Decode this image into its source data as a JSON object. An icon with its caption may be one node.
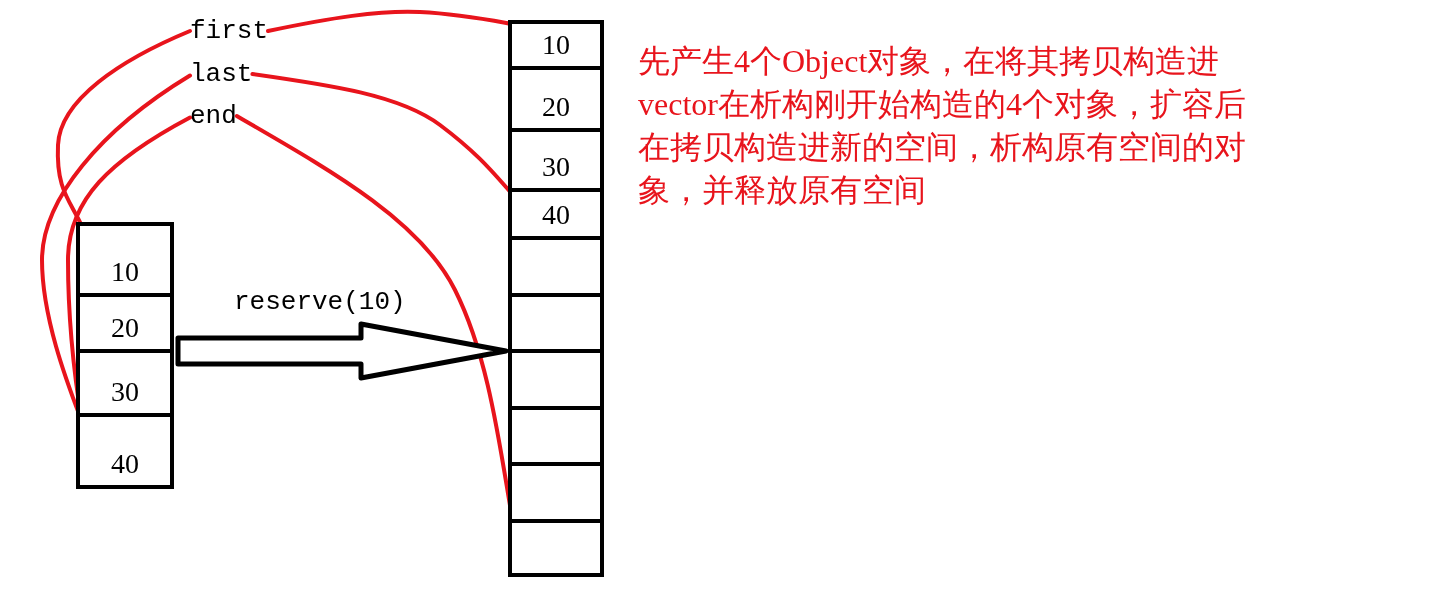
{
  "diagram": {
    "nodes": [
      {
        "text": [
          "first"
        ]
      },
      {
        "text": [
          "last"
        ]
      },
      {
        "text": [
          "end"
        ]
      },
      {
        "text": [],
        "shape": "box"
      },
      {
        "text": [
          "10"
        ],
        "in": 3
      },
      {
        "text": [
          "20"
        ],
        "in": 3
      },
      {
        "text": [
          "30"
        ],
        "in": 3
      },
      {
        "text": [
          "40"
        ],
        "in": 3
      },
      {
        "text": [],
        "shape": "box"
      },
      {
        "text": [
          "10"
        ],
        "in": 8
      },
      {
        "text": [
          "20"
        ],
        "in": 8
      },
      {
        "text": [
          "30"
        ],
        "in": 8
      },
      {
        "text": [
          "40"
        ],
        "in": 8
      },
      {
        "text": [],
        "shape": "box",
        "in": 8
      },
      {
        "text": [],
        "shape": "box",
        "in": 8
      },
      {
        "text": [],
        "shape": "box",
        "in": 8
      },
      {
        "text": [],
        "shape": "box",
        "in": 8
      },
      {
        "text": [],
        "shape": "box",
        "in": 8
      },
      {
        "text": [],
        "shape": "box",
        "in": 8
      }
    ],
    "edges": [
      {
        "from": 0,
        "to": 4,
        "arrow": "none"
      },
      {
        "from": 1,
        "to": 7,
        "arrow": "none"
      },
      {
        "from": 2,
        "to": 7,
        "arrow": "none"
      },
      {
        "from": 0,
        "to": 9,
        "arrow": "none"
      },
      {
        "from": 1,
        "to": 12,
        "arrow": "none"
      },
      {
        "from": 2,
        "to": 18,
        "arrow": "none"
      },
      {
        "from": 3,
        "to": 8,
        "arrow": "to",
        "label": "reserve(10)",
        "style": "thick",
        "color": "#000000"
      }
    ],
    "labels": [
      "先产生4个Object对象，在将其拷贝构造进vector在析构刚开始构造的4个对象，扩容后在拷贝构造进新的空间，析构原有空间的对象，并释放原有空间"
    ]
  }
}
